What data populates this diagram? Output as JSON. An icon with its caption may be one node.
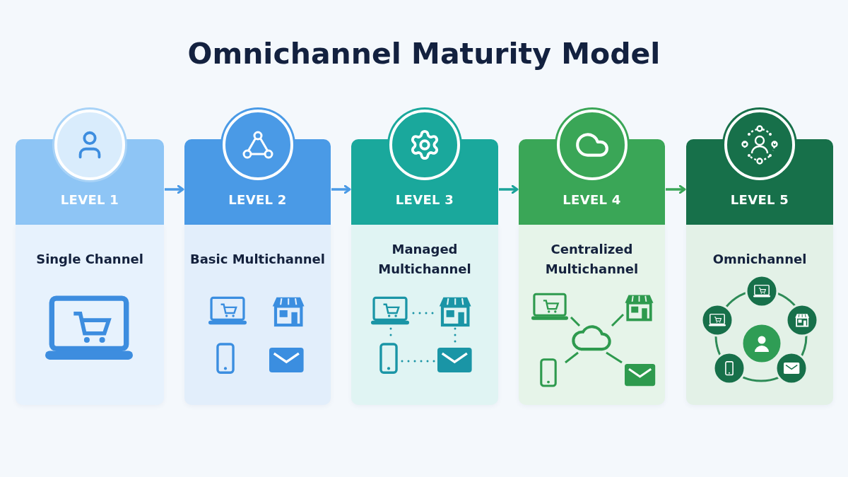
{
  "diagram": {
    "title": "Omnichannel Maturity Model",
    "nodes": [
      {
        "text": [
          "LEVEL 1",
          "Single Channel"
        ]
      },
      {
        "text": [
          "LEVEL 2",
          "Basic Multichannel"
        ]
      },
      {
        "text": [
          "LEVEL 3",
          "Managed Multichannel"
        ]
      },
      {
        "text": [
          "LEVEL 4",
          "Centralized Multichannel"
        ]
      },
      {
        "text": [
          "LEVEL 5",
          "Omnichannel"
        ]
      }
    ],
    "edges": [
      {
        "from": 0,
        "to": 1,
        "arrow": "to"
      },
      {
        "from": 1,
        "to": 2,
        "arrow": "to"
      },
      {
        "from": 2,
        "to": 3,
        "arrow": "to",
        "color": "#1aa39a"
      },
      {
        "from": 3,
        "to": 4,
        "arrow": "to",
        "color": "#3aa657"
      }
    ]
  }
}
